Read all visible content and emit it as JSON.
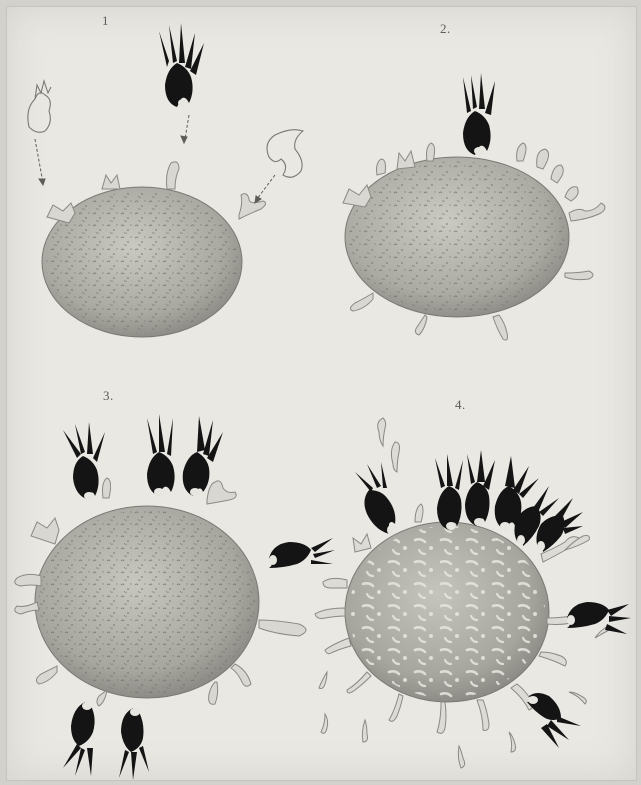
{
  "plate": {
    "figure_labels": [
      "1",
      "2.",
      "3.",
      "4."
    ]
  },
  "colors": {
    "paper": "#e9e8e3",
    "cell_body": "#b8b7b0",
    "cell_shade": "#8d8c86",
    "receptor": "#d6d5cf",
    "antibody": "#141414"
  },
  "figures": [
    {
      "panel": 1,
      "icons": [
        "cell-icon",
        "receptor-icon",
        "antibody-icon",
        "arrow-icon"
      ]
    },
    {
      "panel": 2,
      "icons": [
        "cell-icon",
        "receptor-icon",
        "antibody-icon"
      ]
    },
    {
      "panel": 3,
      "icons": [
        "cell-icon",
        "receptor-icon",
        "antibody-icon"
      ]
    },
    {
      "panel": 4,
      "icons": [
        "cell-icon",
        "receptor-icon",
        "antibody-icon",
        "released-receptor-icon"
      ]
    }
  ]
}
